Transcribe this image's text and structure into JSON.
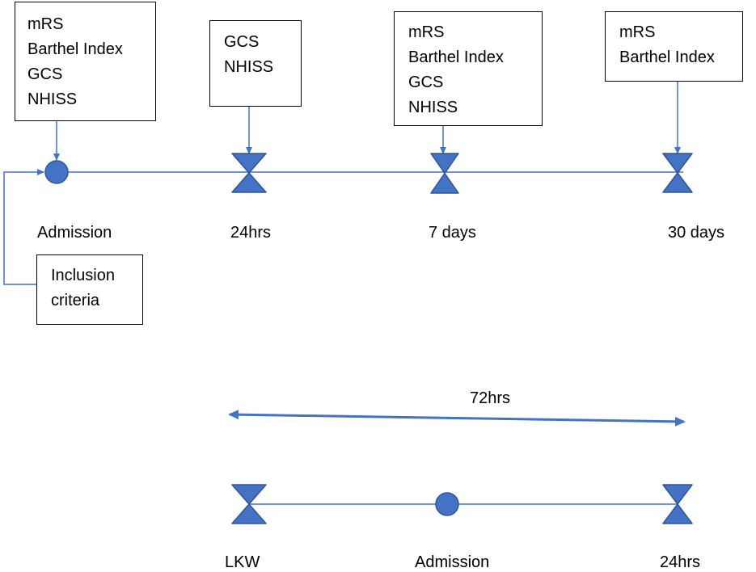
{
  "colors": {
    "accent": "#4472C4",
    "marker_fill": "#4472C4",
    "marker_stroke": "#2F5597"
  },
  "assessment_boxes": {
    "admission": [
      "mRS",
      "Barthel Index",
      "GCS",
      "NHISS"
    ],
    "h24": [
      "GCS",
      "NHISS"
    ],
    "day7": [
      "mRS",
      "Barthel Index",
      "GCS",
      "NHISS"
    ],
    "day30": [
      "mRS",
      "Barthel Index"
    ]
  },
  "inclusion_box": [
    "Inclusion",
    "criteria"
  ],
  "timeline": {
    "admission": "Admission",
    "h24": "24hrs",
    "day7": "7 days",
    "day30": "30 days"
  },
  "window": {
    "span_label": "72hrs",
    "lkw": "LKW",
    "admission": "Admission",
    "h24": "24hrs"
  }
}
